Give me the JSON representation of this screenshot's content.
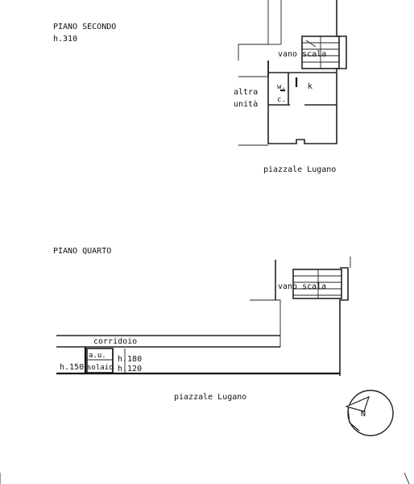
{
  "floor_upper": {
    "title": "PIANO SECONDO",
    "height": "h.310",
    "rooms": {
      "stair": "vano scala",
      "kitchen": "k",
      "wc_top": "w.",
      "wc_bottom": "c.",
      "neighbor_line1": "altra",
      "neighbor_line2": "unità"
    },
    "street": "piazzale Lugano"
  },
  "floor_lower": {
    "title": "PIANO QUARTO",
    "rooms": {
      "stair": "vano scala",
      "corridor": "corridoio",
      "au": "a.u.",
      "solaio": "solaio",
      "h_left": "h.150",
      "h_right_top": "h.180",
      "h_right_bottom": "h.120"
    },
    "street": "piazzale Lugano"
  },
  "compass": {
    "letter": "N"
  }
}
